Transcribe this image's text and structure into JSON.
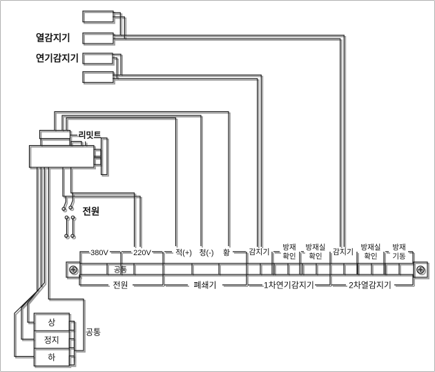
{
  "detectors": {
    "heat_label": "열감지기",
    "smoke_label": "연기감지기"
  },
  "motor": {
    "limit_label": "리밋트",
    "power_label": "전원"
  },
  "terminal_block": {
    "labels": {
      "v380": "380V",
      "common": "공통",
      "v220": "220V",
      "red_plus": "적(+)",
      "blue_minus": "청(-)",
      "yellow": "황",
      "detector1": "감지기",
      "fire_l1": "방재",
      "fire_l2": "확인",
      "fireroom_l1": "방재실",
      "fireroom_l2": "확인",
      "detector2": "감지기",
      "fireroom2_l1": "방재실",
      "fireroom2_l2": "확인",
      "start_l1": "방재",
      "start_l2": "기동"
    },
    "groups": {
      "power": "전원",
      "shutter": "폐쇄기",
      "smoke_first": "1차연기감지기",
      "heat_second": "2차열감지기"
    }
  },
  "control_box": {
    "up": "상",
    "stop": "정지",
    "down": "하",
    "common": "공통"
  },
  "colors": {
    "line": "#1c1c1c",
    "shadow": "#9c9c9c",
    "background": "#ffffff",
    "frame": "#b0b0b0"
  }
}
